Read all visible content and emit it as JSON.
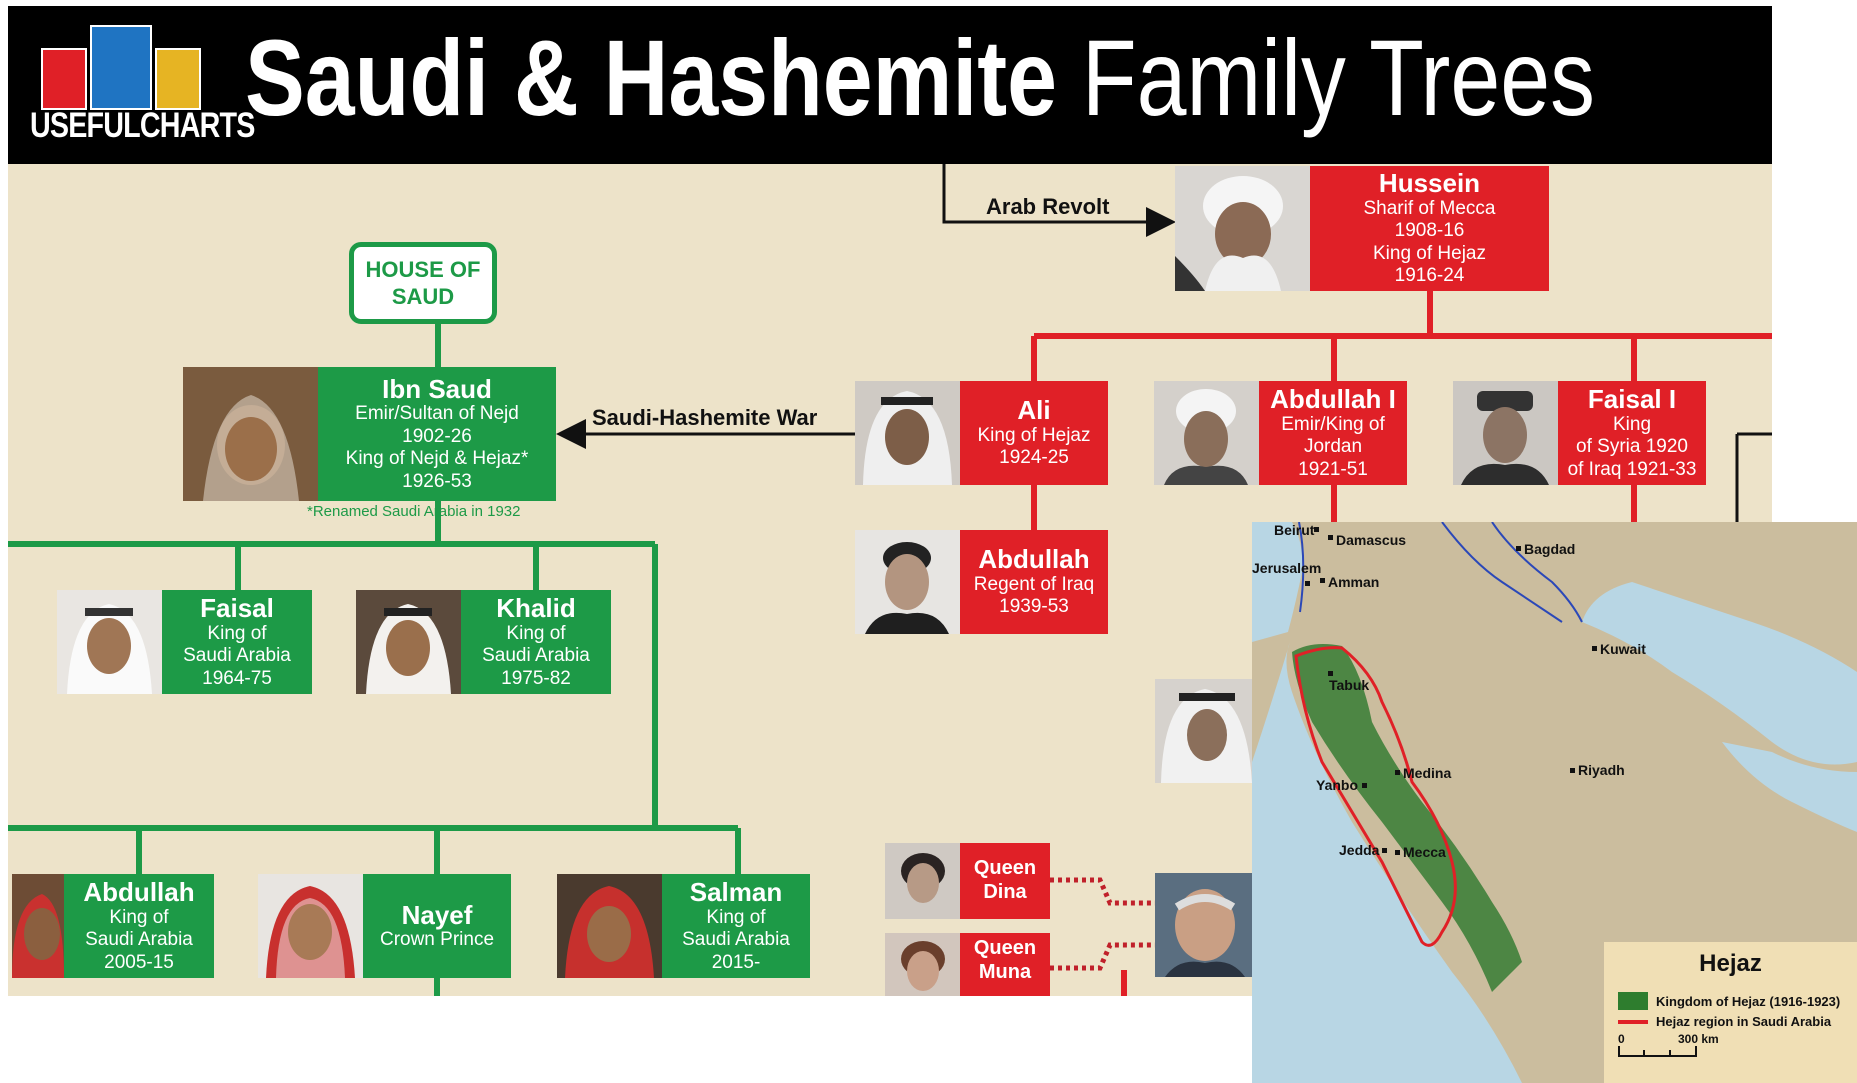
{
  "header": {
    "logo": "USEFULCHARTS",
    "title_bold": "Saudi & Hashemite",
    "title_light": "Family Trees"
  },
  "colors": {
    "saud_green": "#1d9a47",
    "hashemite_red": "#e02027",
    "background": "#ede3c9"
  },
  "labels": {
    "arab_revolt": "Arab Revolt",
    "war": "Saudi-Hashemite War",
    "renamed": "*Renamed Saudi   Arabia in 1932"
  },
  "house_of_saud": {
    "line1": "HOUSE OF",
    "line2": "SAUD"
  },
  "saud": {
    "ibn_saud": {
      "name": "Ibn Saud",
      "lines": [
        "Emir/Sultan of Nejd",
        "1902-26",
        "King of Nejd & Hejaz*",
        "1926-53"
      ]
    },
    "faisal": {
      "name": "Faisal",
      "lines": [
        "King of",
        "Saudi Arabia",
        "1964-75"
      ]
    },
    "khalid": {
      "name": "Khalid",
      "lines": [
        "King of",
        "Saudi Arabia",
        "1975-82"
      ]
    },
    "abdullah": {
      "name": "Abdullah",
      "lines": [
        "King of",
        "Saudi Arabia",
        "2005-15"
      ]
    },
    "nayef": {
      "name": "Nayef",
      "lines": [
        "Crown Prince"
      ]
    },
    "salman": {
      "name": "Salman",
      "lines": [
        "King of",
        "Saudi Arabia",
        "2015-"
      ]
    }
  },
  "hashemite": {
    "hussein": {
      "name": "Hussein",
      "lines": [
        "Sharif of Mecca",
        "1908-16",
        "King of Hejaz",
        "1916-24"
      ]
    },
    "ali": {
      "name": "Ali",
      "lines": [
        "King of Hejaz",
        "1924-25"
      ]
    },
    "abdullah_i": {
      "name": "Abdullah I",
      "lines": [
        "Emir/King of",
        "Jordan",
        "1921-51"
      ]
    },
    "faisal_i": {
      "name": "Faisal I",
      "lines": [
        "King",
        "of Syria 1920",
        "of Iraq 1921-33"
      ]
    },
    "abdullah_regent": {
      "name": "Abdullah",
      "lines": [
        "Regent of Iraq",
        "1939-53"
      ]
    },
    "queen_dina": {
      "line1": "Queen",
      "line2": "Dina"
    },
    "queen_muna": {
      "line1": "Queen",
      "line2": "Muna"
    }
  },
  "map": {
    "cities": [
      "Beirut",
      "Damascus",
      "Bagdad",
      "Jerusalem",
      "Amman",
      "Kuwait",
      "Tabuk",
      "Medina",
      "Riyadh",
      "Yanbo",
      "Jedda",
      "Mecca"
    ],
    "legend": {
      "title": "Hejaz",
      "items": [
        {
          "label": "Kingdom of Hejaz (1916-1923)",
          "color": "#2e7d2e"
        },
        {
          "label": "Hejaz region in Saudi Arabia",
          "color": "#e02027"
        }
      ],
      "scale": {
        "start": "0",
        "end": "300 km"
      }
    }
  }
}
